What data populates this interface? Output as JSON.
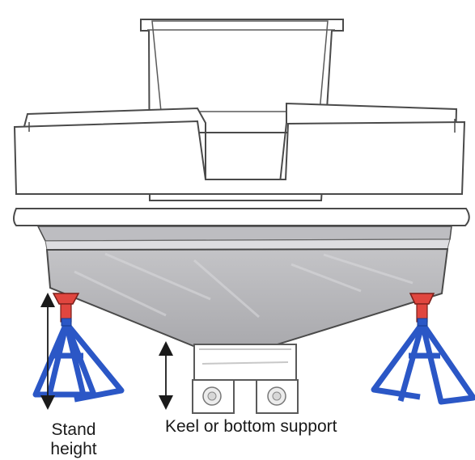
{
  "labels": {
    "stand_height_line1": "Stand",
    "stand_height_line2": "height",
    "keel_support": "Keel or bottom support"
  },
  "colors": {
    "stand_blue": "#2b57c6",
    "stand_red": "#e0463f",
    "hull_gray": "#b9b9bc",
    "outline": "#4a4a4a",
    "text": "#1a1a1a"
  },
  "icons": {
    "stand": "jack-stand-icon",
    "block": "keel-block-icon",
    "arrow": "double-arrow-icon"
  }
}
